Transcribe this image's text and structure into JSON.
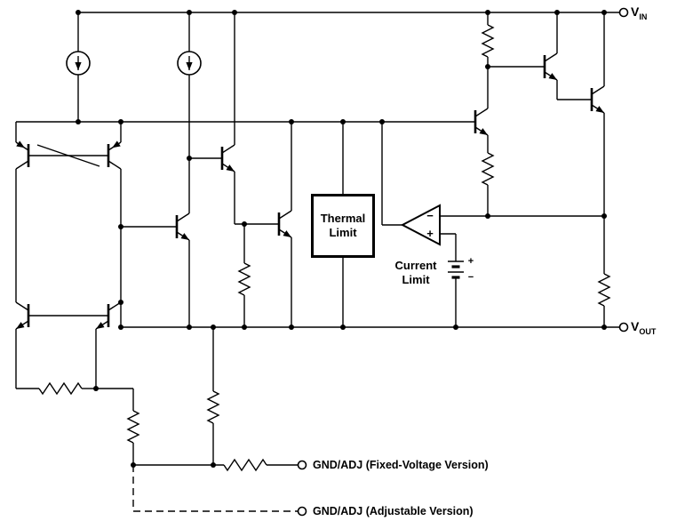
{
  "terminals": {
    "vin": {
      "base": "V",
      "sub": "IN"
    },
    "vout": {
      "base": "V",
      "sub": "OUT"
    },
    "gnd_fixed": {
      "label": "GND/ADJ (Fixed-Voltage Version)"
    },
    "gnd_adjustable": {
      "label": "GND/ADJ (Adjustable Version)"
    }
  },
  "blocks": {
    "thermal_limit": {
      "line1": "Thermal",
      "line2": "Limit"
    },
    "current_limit": {
      "line1": "Current",
      "line2": "Limit"
    }
  },
  "comparator": {
    "minus": "−",
    "plus": "+"
  },
  "battery": {
    "plus": "+",
    "minus": "−"
  },
  "colors": {
    "wire": "#000000",
    "background": "#ffffff"
  }
}
